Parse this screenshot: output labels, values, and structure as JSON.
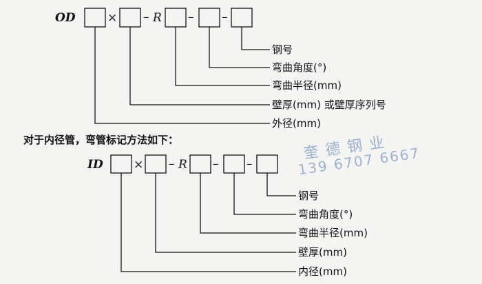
{
  "outer_block": {
    "code": "OD",
    "times": "×",
    "dash": "–",
    "r": "R",
    "labels": [
      "钢号",
      "弯曲角度(°)",
      "弯曲半径(mm)",
      "壁厚(mm) 或壁厚序列号",
      "外径(mm)"
    ]
  },
  "intro_text": "对于内径管，弯管标记方法如下：",
  "inner_block": {
    "code": "ID",
    "times": "×",
    "dash": "–",
    "r": "R",
    "labels": [
      "钢号",
      "弯曲角度(°)",
      "弯曲半径(mm)",
      "壁厚(mm)",
      "内径(mm)"
    ]
  },
  "watermark": {
    "line1": "奎德钢业",
    "line2": "139 6707 6667"
  }
}
